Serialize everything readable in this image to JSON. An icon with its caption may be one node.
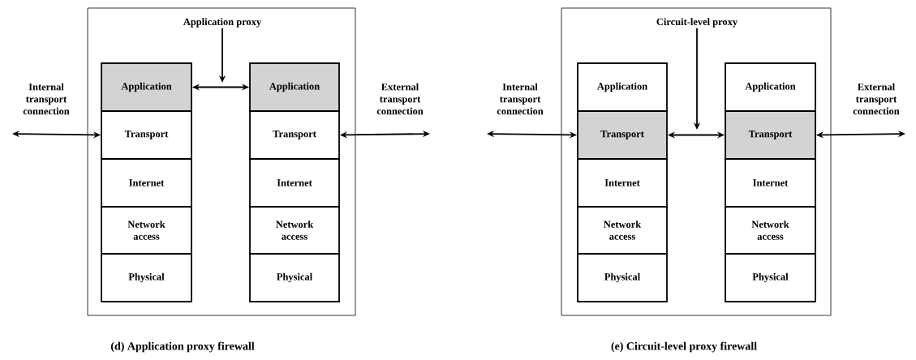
{
  "diagram": {
    "nodes": [
      {
        "text": [],
        "shape": "box",
        "beside": [
          "(d) Application proxy firewall"
        ]
      },
      {
        "text": [
          "Application proxy"
        ],
        "in": 0
      },
      {
        "text": [
          "Application"
        ],
        "in": 0
      },
      {
        "text": [
          "Transport"
        ],
        "in": 0
      },
      {
        "text": [
          "Internet"
        ],
        "in": 0
      },
      {
        "text": [
          "Network access"
        ],
        "in": 0
      },
      {
        "text": [
          "Physical"
        ],
        "in": 0
      },
      {
        "text": [
          "Application"
        ],
        "in": 0
      },
      {
        "text": [
          "Transport"
        ],
        "in": 0
      },
      {
        "text": [
          "Internet"
        ],
        "in": 0
      },
      {
        "text": [
          "Network access"
        ],
        "in": 0
      },
      {
        "text": [
          "Physical"
        ],
        "in": 0
      },
      {
        "text": [],
        "shape": "box",
        "beside": [
          "(e) Circuit-level proxy firewall"
        ]
      },
      {
        "text": [
          "Circuit-level proxy"
        ],
        "in": 12
      },
      {
        "text": [
          "Application"
        ],
        "in": 12
      },
      {
        "text": [
          "Transport"
        ],
        "in": 12
      },
      {
        "text": [
          "Internet"
        ],
        "in": 12
      },
      {
        "text": [
          "Network access"
        ],
        "in": 12
      },
      {
        "text": [
          "Physical"
        ],
        "in": 12
      },
      {
        "text": [
          "Application"
        ],
        "in": 12
      },
      {
        "text": [
          "Transport"
        ],
        "in": 12
      },
      {
        "text": [
          "Internet"
        ],
        "in": 12
      },
      {
        "text": [
          "Network access"
        ],
        "in": 12
      },
      {
        "text": [
          "Physical"
        ],
        "in": 12
      }
    ],
    "edges": [
      {
        "from": null,
        "to": 3,
        "arrow": "both",
        "label": "Internal transport connection"
      },
      {
        "from": 8,
        "to": null,
        "arrow": "both",
        "label": "External transport connection"
      },
      {
        "from": 2,
        "to": 7,
        "arrow": "both"
      },
      {
        "from": 1,
        "to": null,
        "arrow": "to"
      },
      {
        "from": null,
        "to": 15,
        "arrow": "both",
        "label": "Internal transport connection"
      },
      {
        "from": 20,
        "to": null,
        "arrow": "both",
        "label": "External transport connection"
      },
      {
        "from": 15,
        "to": 20,
        "arrow": "both"
      },
      {
        "from": 13,
        "to": null,
        "arrow": "to"
      }
    ]
  }
}
